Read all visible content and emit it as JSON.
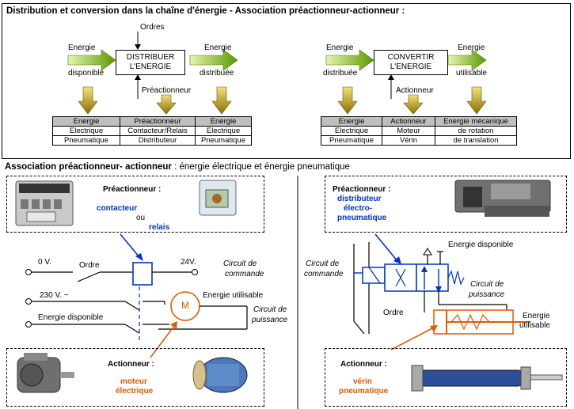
{
  "top": {
    "title": "Distribution et conversion dans la chaîne d'énergie  - Association préactionneur-actionneur :",
    "left_block": {
      "ordres": "Ordres",
      "energie_in_1": "Energie",
      "energie_in_2": "disponible",
      "box_1": "DISTRIBUER",
      "box_2": "L'ENERGIE",
      "energie_out_1": "Energie",
      "energie_out_2": "distribuée",
      "preactionneur": "Préactionneur",
      "table": {
        "headers": [
          "Energie",
          "Préactionneur",
          "Energie"
        ],
        "rows": [
          [
            "Electrique",
            "Contacteur/Relais",
            "Electrique"
          ],
          [
            "Pneumatique",
            "Distributeur",
            "Pneumatique"
          ]
        ]
      }
    },
    "right_block": {
      "energie_in_1": "Energie",
      "energie_in_2": "distribuée",
      "box_1": "CONVERTIR",
      "box_2": "L'ENERGIE",
      "energie_out_1": "Energie",
      "energie_out_2": "utilisable",
      "actionneur": "Actionneur",
      "table": {
        "headers": [
          "Energie",
          "Actionneur",
          "Energie mécanique"
        ],
        "rows": [
          [
            "Electrique",
            "Moteur",
            "de rotation"
          ],
          [
            "Pneumatique",
            "Vérin",
            "de translation"
          ]
        ]
      }
    }
  },
  "section": {
    "title_bold": "Association préactionneur- actionneur",
    "title_rest": " : énergie électrique et  énergie pneumatique"
  },
  "electric": {
    "preact_label": "Préactionneur :",
    "contacteur": "contacteur",
    "ou": "ou",
    "relais": "relais",
    "v0": "0 V.",
    "ordre": "Ordre",
    "v24": "24V.",
    "circuit_commande_1": "Circuit de",
    "circuit_commande_2": "commande",
    "v230": "230 V. ~",
    "energie_utilisable": "Energie utilisable",
    "motor_symbol": "M",
    "circuit_puissance_1": "Circuit de",
    "circuit_puissance_2": "puissance",
    "energie_disponible": "Energie disponible",
    "act_label": "Actionneur :",
    "moteur_1": "moteur",
    "moteur_2": "électrique"
  },
  "pneumatic": {
    "preact_label": "Préactionneur :",
    "dist_1": "distributeur",
    "dist_2": "électro-",
    "dist_3": "pneumatique",
    "energie_disponible": "Energie disponible",
    "circuit_commande_1": "Circuit de",
    "circuit_commande_2": "commande",
    "circuit_puissance_1": "Circuit de",
    "circuit_puissance_2": "puissance",
    "ordre": "Ordre",
    "energie_utilisable_1": "Energie",
    "energie_utilisable_2": "utilisable",
    "act_label": "Actionneur :",
    "verin_1": "vérin",
    "verin_2": "pneumatique"
  },
  "colors": {
    "blue": "#0033cc",
    "orange": "#e05a00",
    "arrow_green": "#6aa600",
    "arrow_gold": "#c8a000"
  }
}
